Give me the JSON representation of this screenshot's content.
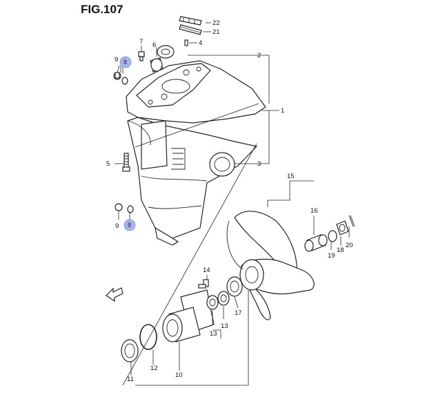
{
  "figure": {
    "title": "FIG.107"
  },
  "labels": {
    "p1": "1",
    "p2": "2",
    "p3": "3",
    "p4": "4",
    "p5": "5",
    "p6": "6",
    "p7": "7",
    "p8a": "8",
    "p8b": "8",
    "p9a": "9",
    "p9b": "9",
    "p10": "10",
    "p11": "11",
    "p12": "12",
    "p13a": "13",
    "p13b": "13",
    "p14": "14",
    "p15": "15",
    "p16": "16",
    "p17": "17",
    "p18": "18",
    "p19": "19",
    "p20": "20",
    "p21": "21",
    "p22": "22"
  },
  "colors": {
    "badge_fill": "#a9b4ea",
    "line": "#222222"
  },
  "icons": {
    "fwd_arrow": "fwd-arrow-icon"
  }
}
